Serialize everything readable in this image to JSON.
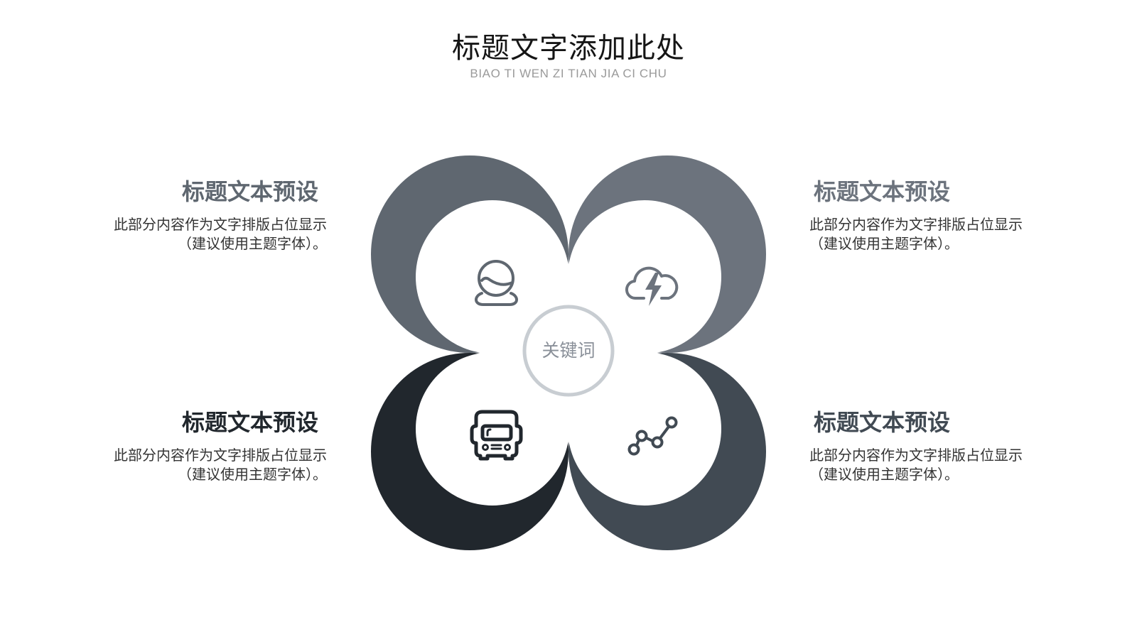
{
  "header": {
    "title": "标题文字添加此处",
    "subtitle": "BIAO TI WEN ZI TIAN JIA CI CHU"
  },
  "center": {
    "keyword": "关键词",
    "ring_color": "#c8cdd2"
  },
  "items": [
    {
      "title": "标题文本预设",
      "body_line1": "此部分内容作为文字排版占位显示",
      "body_line2": "（建议使用主题字体）。",
      "color": "#5f6770",
      "icon": "user-icon"
    },
    {
      "title": "标题文本预设",
      "body_line1": "此部分内容作为文字排版占位显示",
      "body_line2": "（建议使用主题字体）。",
      "color": "#6c737d",
      "icon": "cloud-lightning-icon"
    },
    {
      "title": "标题文本预设",
      "body_line1": "此部分内容作为文字排版占位显示",
      "body_line2": "（建议使用主题字体）。",
      "color": "#21272d",
      "icon": "bus-icon"
    },
    {
      "title": "标题文本预设",
      "body_line1": "此部分内容作为文字排版占位显示",
      "body_line2": "（建议使用主题字体）。",
      "color": "#414a53",
      "icon": "line-graph-icon"
    }
  ]
}
